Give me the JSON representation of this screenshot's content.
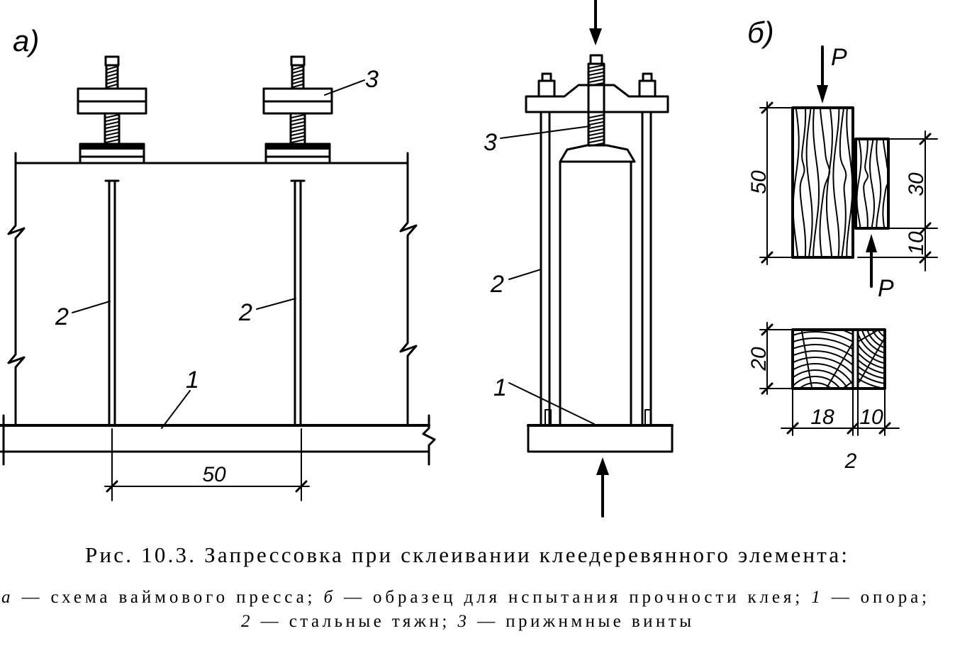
{
  "colors": {
    "ink": "#000000",
    "paper": "#ffffff"
  },
  "panel_a": {
    "label": "а)",
    "callout_screw": "3",
    "callout_rod_left": "2",
    "callout_rod_right": "2",
    "callout_support": "1",
    "dim_rod_spacing": "50"
  },
  "panel_press": {
    "callout_screw": "3",
    "callout_rod": "2",
    "callout_support": "1"
  },
  "panel_b": {
    "label": "б)",
    "load_top": "P",
    "load_bottom": "P",
    "dim_height": "50",
    "dim_overlap": "30",
    "dim_offset": "10",
    "dim_section_height": "20",
    "dim_width_main": "18",
    "dim_width_small": "10",
    "dim_gap": "2"
  },
  "caption": {
    "title": "Рис. 10.3. Запрессовка при склеивании клеедеревянного элемента:",
    "key_a": "а",
    "text_a": " — схема ваймового пресса; ",
    "key_b": "б",
    "text_b": " — образец для нспытания прочности клея; ",
    "key_1": "1",
    "text_1": " — опора;",
    "key_2": "2",
    "text_2": " — стальные тяжн; ",
    "key_3": "3",
    "text_3": " — прижнмные винты"
  }
}
